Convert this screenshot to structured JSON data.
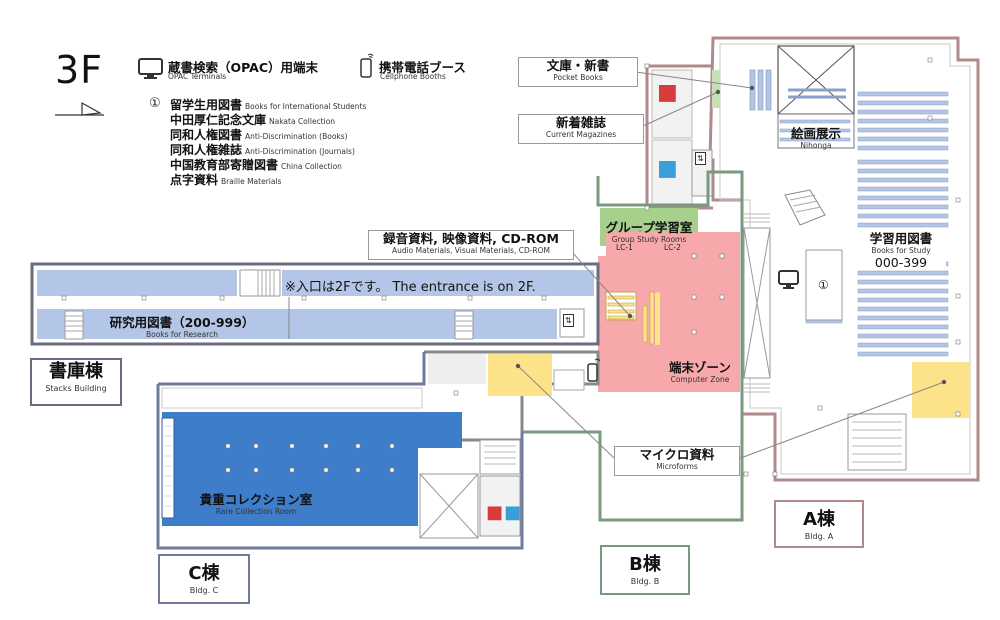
{
  "floor": "3F",
  "legend": {
    "opac": {
      "label": "蔵書検索（OPAC）用端末",
      "sub": "OPAC Terminals",
      "icon": "monitor-icon"
    },
    "phone": {
      "label": "携帯電話ブース",
      "sub": "Cellphone Booths",
      "icon": "cellphone-icon"
    }
  },
  "collections": {
    "number": "①",
    "items": [
      {
        "label": "留学生用図書",
        "sub": "Books for International Students"
      },
      {
        "label": "中田厚仁記念文庫",
        "sub": "Nakata Collection"
      },
      {
        "label": "同和人権図書",
        "sub": "Anti-Discrimination (Books)"
      },
      {
        "label": "同和人権雑誌",
        "sub": "Anti-Discrimination (Journals)"
      },
      {
        "label": "中国教育部寄贈図書",
        "sub": "China Collection"
      },
      {
        "label": "点字資料",
        "sub": "Braille Materials"
      }
    ]
  },
  "callouts": {
    "pocket_books": {
      "label": "文庫・新書",
      "sub": "Pocket Books"
    },
    "magazines": {
      "label": "新着雑誌",
      "sub": "Current Magazines"
    },
    "audio": {
      "label": "録音資料, 映像資料, CD-ROM",
      "sub": "Audio Materials, Visual Materials, CD-ROM"
    },
    "microforms": {
      "label": "マイクロ資料",
      "sub": "Microforms"
    }
  },
  "areas": {
    "nihonga": {
      "label": "絵画展示",
      "sub": "Nihonga"
    },
    "study": {
      "label": "学習用図書",
      "sub": "Books for Study",
      "range": "000-399"
    },
    "group": {
      "label": "グループ学習室",
      "sub": "Group Study Rooms",
      "lc1": "LC-1",
      "lc2": "LC-2"
    },
    "computer": {
      "label": "端末ゾーン",
      "sub": "Computer Zone"
    },
    "research": {
      "label": "研究用図書（200-999）",
      "sub": "Books for Research"
    },
    "entrance": "※入口は2Fです。 The entrance is on 2F.",
    "rare": {
      "label": "貴重コレクション室",
      "sub": "Rare Collection Room"
    },
    "circle_one": "①"
  },
  "buildings": {
    "stacks": {
      "label": "書庫棟",
      "sub": "Stacks Building",
      "color": "#6b6b7f"
    },
    "c": {
      "label": "C棟",
      "sub": "Bldg. C",
      "color": "#6f7a9c"
    },
    "b": {
      "label": "B棟",
      "sub": "Bldg. B",
      "color": "#7a9a80"
    },
    "a": {
      "label": "A棟",
      "sub": "Bldg. A",
      "color": "#b08a8a"
    }
  },
  "colors": {
    "shelf_blue": "#b4c6e7",
    "rare_blue": "#3e7dc9",
    "computer_pink": "#f7a8ab",
    "group_green": "#a8d08d",
    "yellow": "#fce38a",
    "wall_a": "#b08a8a",
    "wall_b": "#7a9a80",
    "wall_c": "#6f7a9c"
  }
}
